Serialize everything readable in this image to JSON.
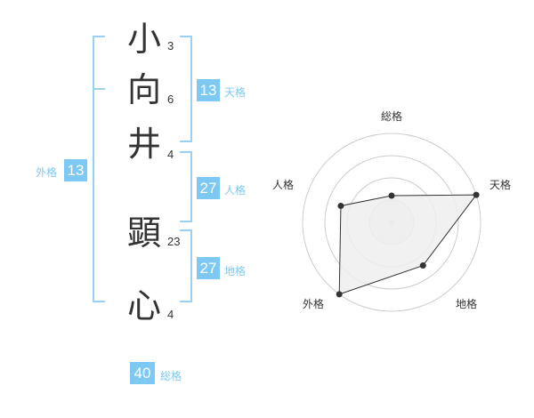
{
  "name": {
    "chars": [
      {
        "char": "小",
        "strokes": "3"
      },
      {
        "char": "向",
        "strokes": "6"
      },
      {
        "char": "井",
        "strokes": "4"
      },
      {
        "char": "顕",
        "strokes": "23"
      },
      {
        "char": "心",
        "strokes": "4"
      }
    ]
  },
  "fortunes": {
    "tenkaku": {
      "value": "13",
      "label": "天格"
    },
    "jinkaku": {
      "value": "27",
      "label": "人格"
    },
    "chikaku": {
      "value": "27",
      "label": "地格"
    },
    "gaikaku": {
      "value": "13",
      "label": "外格"
    },
    "soukaku": {
      "value": "40",
      "label": "総格"
    }
  },
  "chart_data": {
    "type": "radar",
    "axes": [
      "総格",
      "天格",
      "地格",
      "外格",
      "人格"
    ],
    "values": [
      0.3,
      1.0,
      0.6,
      1.0,
      0.6
    ],
    "rings": 4,
    "colors": {
      "fill": "#efefef",
      "stroke": "#333333",
      "ring": "#cccccc"
    }
  }
}
